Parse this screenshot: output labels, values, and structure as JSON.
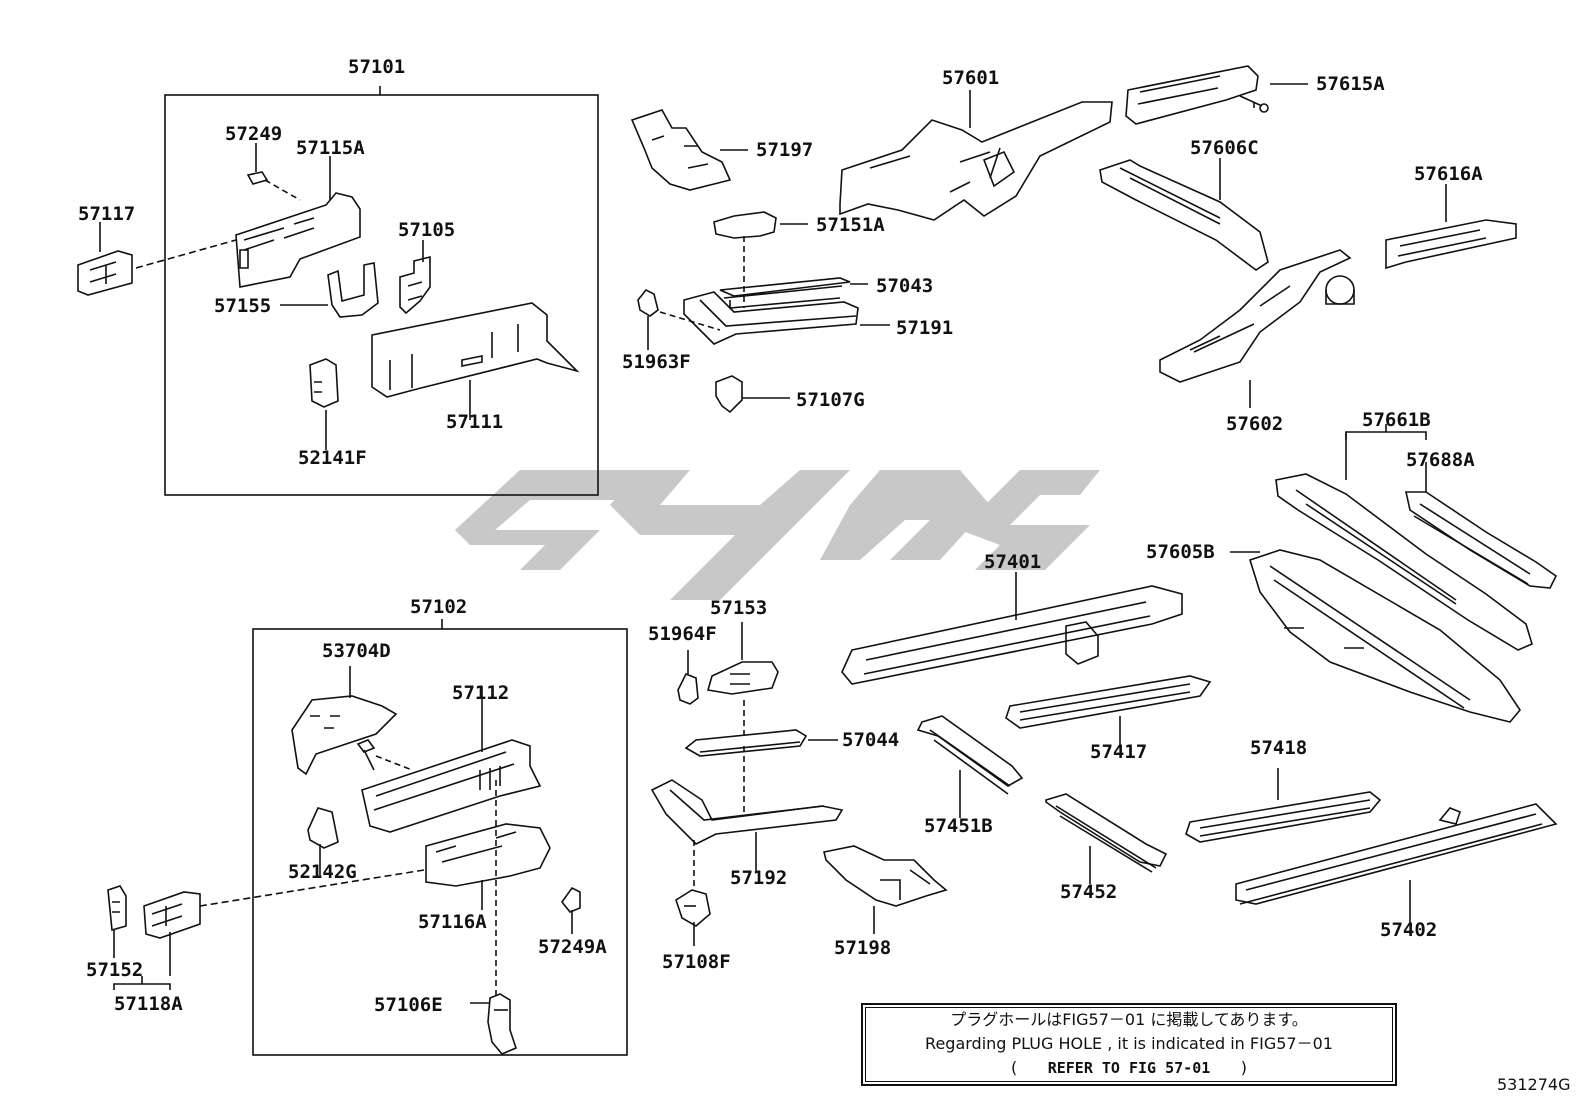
{
  "labels": {
    "p57101": "57101",
    "p57102": "57102",
    "p57249": "57249",
    "p57115A": "57115A",
    "p57117": "57117",
    "p57105": "57105",
    "p57155": "57155",
    "p57111": "57111",
    "p52141F": "52141F",
    "p57197": "57197",
    "p57151A": "57151A",
    "p57043": "57043",
    "p57191": "57191",
    "p51963F": "51963F",
    "p57107G": "57107G",
    "p57601": "57601",
    "p57615A": "57615A",
    "p57606C": "57606C",
    "p57616A": "57616A",
    "p57602": "57602",
    "p57661B": "57661B",
    "p57688A": "57688A",
    "p57605B": "57605B",
    "p57401": "57401",
    "p57417": "57417",
    "p57451B": "57451B",
    "p57452": "57452",
    "p57418": "57418",
    "p57402": "57402",
    "p53704D": "53704D",
    "p57112": "57112",
    "p52142G": "52142G",
    "p57116A": "57116A",
    "p57249A": "57249A",
    "p57106E": "57106E",
    "p57152": "57152",
    "p57118A": "57118A",
    "p51964F": "51964F",
    "p57153": "57153",
    "p57044": "57044",
    "p57192": "57192",
    "p57108F": "57108F",
    "p57198": "57198"
  },
  "notice": {
    "line1": "プラグホールはFIG57－01 に掲載してあります。",
    "line2": "Regarding  PLUG  HOLE  , it  is  indicated  in  FIG57－01",
    "line3_open": "(",
    "line3_ref": "REFER TO FIG 57-01",
    "line3_close": ")"
  },
  "figure_id": "531274G",
  "watermark_color": "#c8c8c8"
}
